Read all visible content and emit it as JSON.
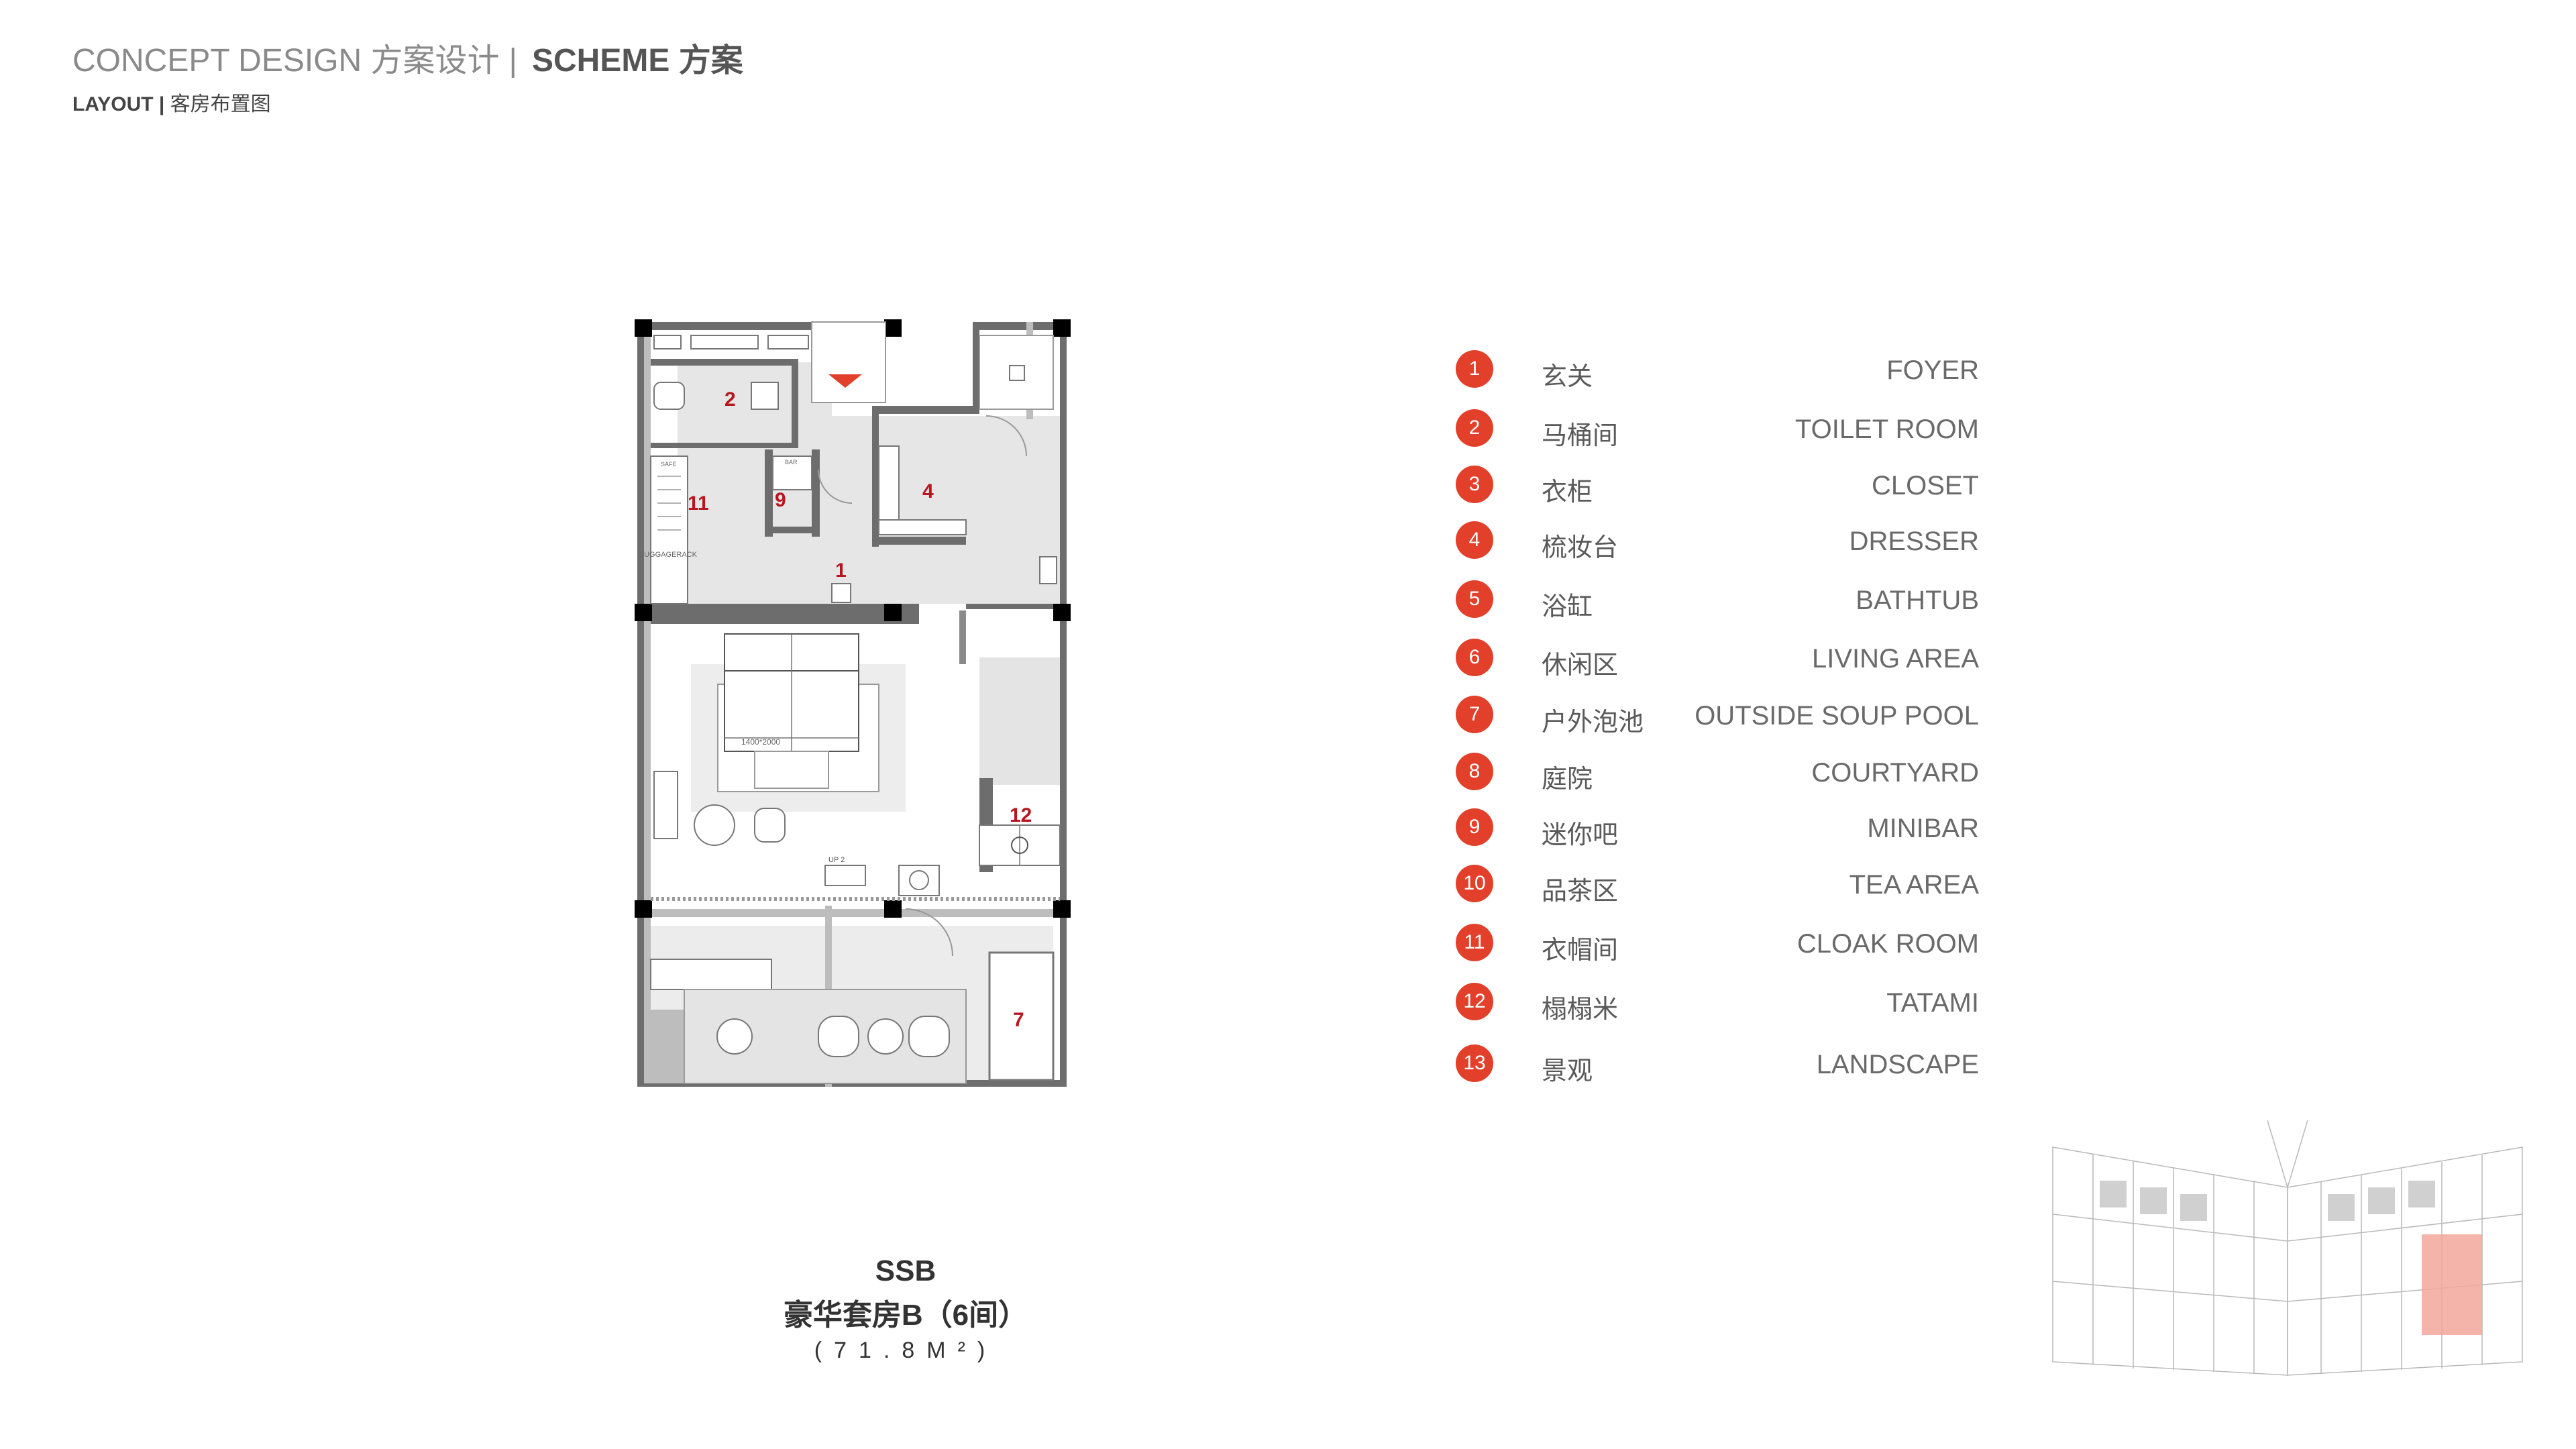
{
  "header": {
    "title_prefix": "CONCEPT DESIGN 方案设计",
    "separator": "|",
    "title_scheme": "SCHEME  方案",
    "sub_bold": "LAYOUT |",
    "sub_text": "客房布置图"
  },
  "plan": {
    "room_labels": [
      "1",
      "2",
      "4",
      "7",
      "9",
      "11",
      "12"
    ],
    "text_luggage_rack": "LUGGAGERACK",
    "text_bed_size": "1400*2000",
    "text_up": "UP 2",
    "text_bar": "BAR"
  },
  "legend": [
    {
      "num": "1",
      "cn": "玄关",
      "en": "FOYER"
    },
    {
      "num": "2",
      "cn": "马桶间",
      "en": "TOILET ROOM"
    },
    {
      "num": "3",
      "cn": "衣柜",
      "en": "CLOSET"
    },
    {
      "num": "4",
      "cn": "梳妆台",
      "en": "DRESSER"
    },
    {
      "num": "5",
      "cn": "浴缸",
      "en": "BATHTUB"
    },
    {
      "num": "6",
      "cn": "休闲区",
      "en": "LIVING AREA"
    },
    {
      "num": "7",
      "cn": "户外泡池",
      "en": "OUTSIDE SOUP POOL"
    },
    {
      "num": "8",
      "cn": "庭院",
      "en": "COURTYARD"
    },
    {
      "num": "9",
      "cn": "迷你吧",
      "en": "MINIBAR"
    },
    {
      "num": "10",
      "cn": "品茶区",
      "en": "TEA AREA"
    },
    {
      "num": "11",
      "cn": "衣帽间",
      "en": "CLOAK ROOM"
    },
    {
      "num": "12",
      "cn": "榻榻米",
      "en": "TATAMI"
    },
    {
      "num": "13",
      "cn": "景观",
      "en": "LANDSCAPE"
    }
  ],
  "caption": {
    "code": "SSB",
    "name": "豪华套房B（6间）",
    "area": "(71.8M²)"
  },
  "colors": {
    "accent_red": "#e2402a",
    "wall_dark": "#6d6d6d",
    "floor_gray": "#e4e4e4",
    "highlight_pink": "#f2a79a"
  }
}
